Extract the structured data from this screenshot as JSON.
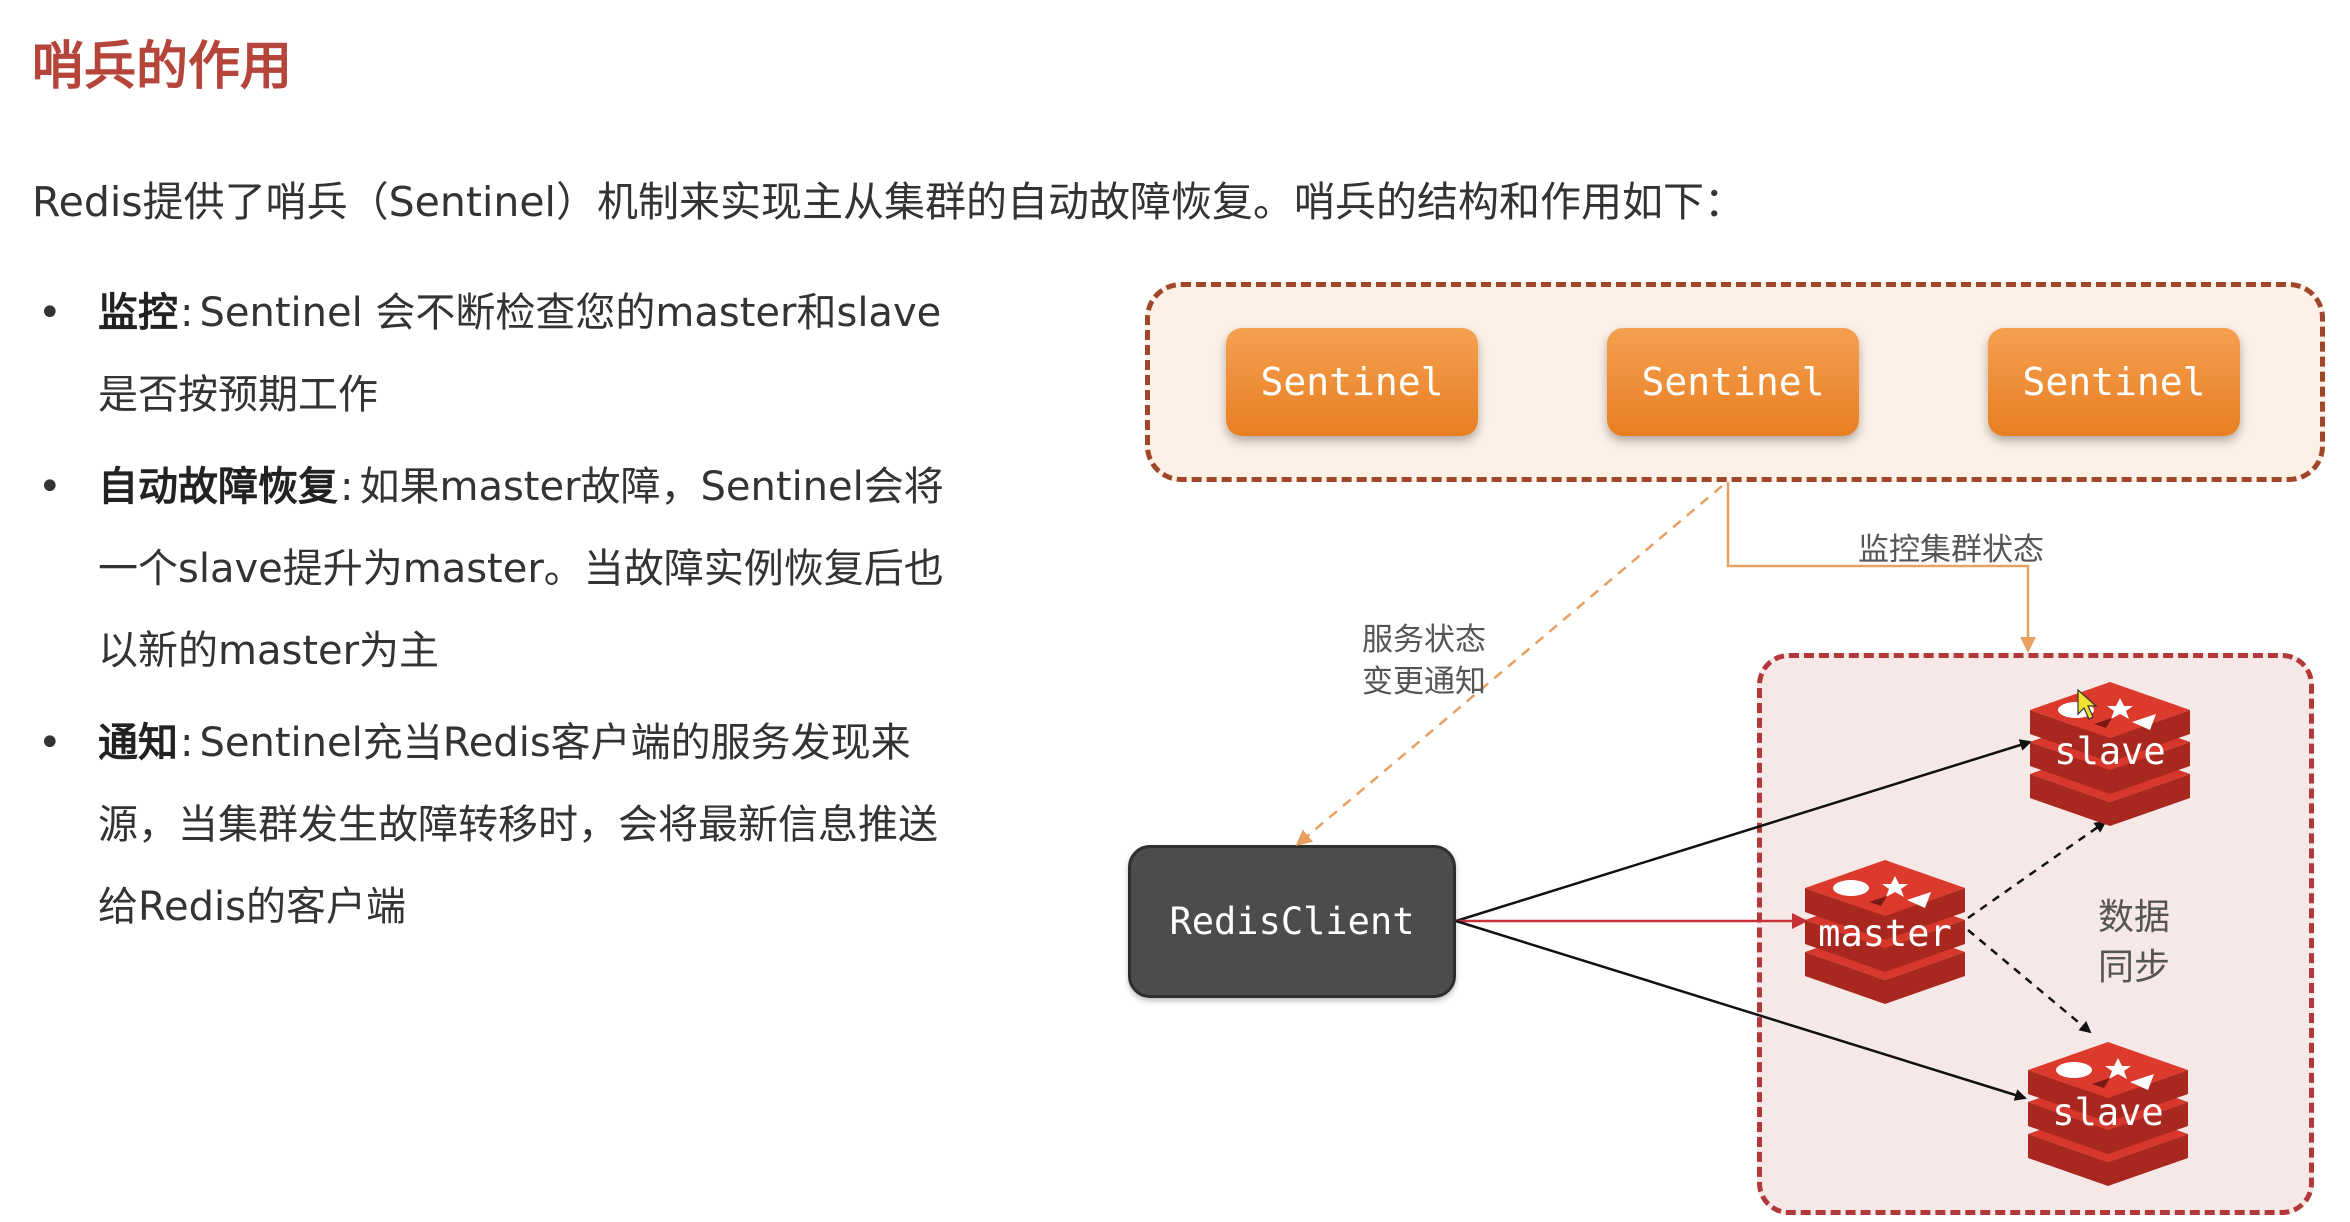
{
  "title": "哨兵的作用",
  "intro": "Redis提供了哨兵（Sentinel）机制来实现主从集群的自动故障恢复。哨兵的结构和作用如下：",
  "bullets": [
    {
      "term": "监控",
      "lines": [
        "Sentinel 会不断检查您的master和slave",
        "是否按预期工作"
      ]
    },
    {
      "term": "自动故障恢复",
      "lines": [
        "如果master故障，Sentinel会将",
        "一个slave提升为master。当故障实例恢复后也",
        "以新的master为主"
      ]
    },
    {
      "term": "通知",
      "lines": [
        "Sentinel充当Redis客户端的服务发现来",
        "源，当集群发生故障转移时，会将最新信息推送",
        "给Redis的客户端"
      ]
    }
  ],
  "diagram": {
    "sentinels": [
      "Sentinel",
      "Sentinel",
      "Sentinel"
    ],
    "client": "RedisClient",
    "labels": {
      "monitor": "监控集群状态",
      "notify_line1": "服务状态",
      "notify_line2": "变更通知",
      "sync_line1": "数据",
      "sync_line2": "同步"
    },
    "nodes": {
      "master": "master",
      "slave_top": "slave",
      "slave_bottom": "slave"
    },
    "colors": {
      "title": "#b5443a",
      "sentinel": "#ee8a2e",
      "client": "#4a4d4c",
      "redis": "#c8302a",
      "group_border": "#a0462a"
    }
  }
}
